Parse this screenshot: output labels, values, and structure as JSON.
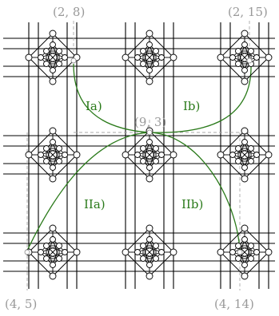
{
  "coordinates": {
    "top_left": "(2, 8)",
    "top_right": "(2, 15)",
    "center": "(9, 3)",
    "bottom_left": "(4, 5)",
    "bottom_right": "(4, 14)"
  },
  "regions": {
    "Ia": "Ia)",
    "Ib": "Ib)",
    "IIa": "IIa)",
    "IIb": "IIb)"
  },
  "colors": {
    "grid": "#000000",
    "guide": "#aaaaaa",
    "label": "#999999",
    "path": "#2a7a1a"
  }
}
